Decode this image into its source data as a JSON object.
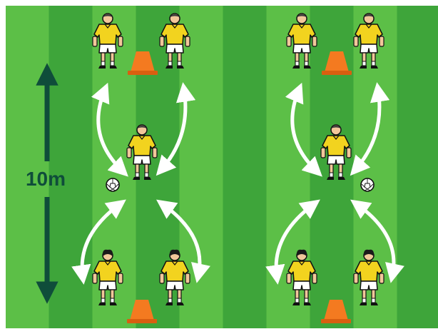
{
  "distance_label": "10m",
  "colors": {
    "grass_light": "#5cbf47",
    "grass_dark": "#3ea53a",
    "jersey": "#f2d31f",
    "jersey_shade": "#e0b800",
    "shorts": "#ffffff",
    "skin": "#f2c79a",
    "hair_light": "#3a3a3a",
    "cone": "#f47a20",
    "cone_shade": "#d85f10",
    "arrow": "#ffffff",
    "measure": "#0f4d3a",
    "outline": "#111111"
  },
  "drills": [
    {
      "name": "left-drill",
      "players": [
        {
          "role": "top-left",
          "hair": "short"
        },
        {
          "role": "top-right",
          "hair": "short"
        },
        {
          "role": "middle",
          "hair": "short"
        },
        {
          "role": "bottom-left",
          "hair": "dark"
        },
        {
          "role": "bottom-right",
          "hair": "dark"
        }
      ],
      "cones": [
        "top",
        "bottom"
      ],
      "ball_side": "left"
    },
    {
      "name": "right-drill",
      "players": [
        {
          "role": "top-left",
          "hair": "short"
        },
        {
          "role": "top-right",
          "hair": "short"
        },
        {
          "role": "middle",
          "hair": "short"
        },
        {
          "role": "bottom-left",
          "hair": "dark"
        },
        {
          "role": "bottom-right",
          "hair": "dark"
        }
      ],
      "cones": [
        "top",
        "bottom"
      ],
      "ball_side": "right"
    }
  ]
}
